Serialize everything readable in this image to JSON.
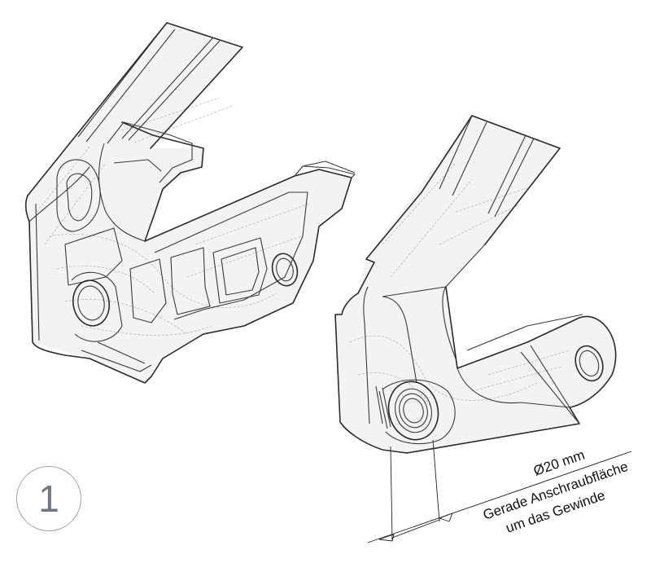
{
  "figure": {
    "step_number": "1",
    "annotation": {
      "diameter": "Ø20 mm",
      "line1": "Gerade Anschraubfläche",
      "line2": "um das Gewinde"
    }
  },
  "colors": {
    "line": "#2a2a2a",
    "hidden": "#b9b9b9",
    "badge": "#9aa3ad"
  }
}
